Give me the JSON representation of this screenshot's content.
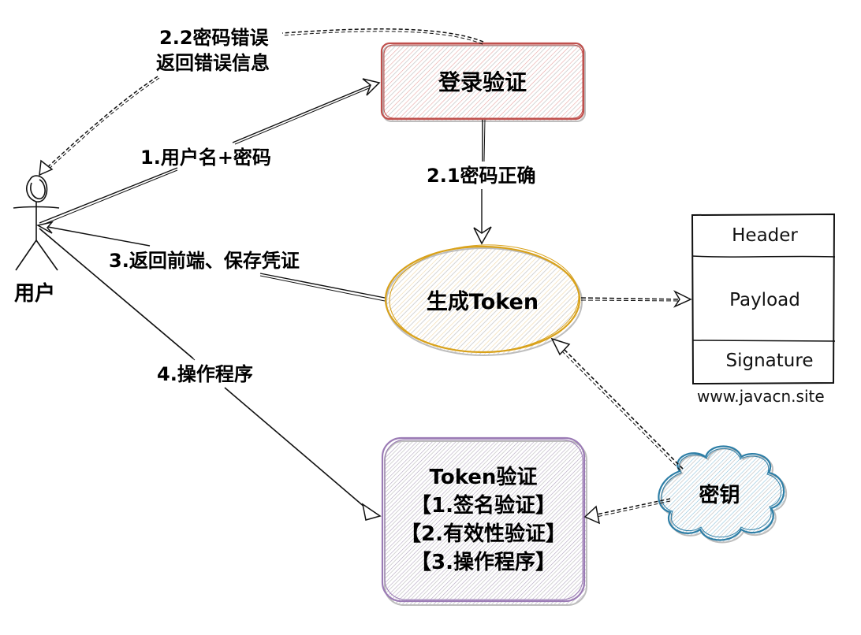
{
  "actor": {
    "label": "用户"
  },
  "nodes": {
    "login": {
      "label": "登录验证",
      "stroke": "#c0504d",
      "hatch": "#e8a6a4"
    },
    "token_gen": {
      "label": "生成Token",
      "stroke": "#d9a21b",
      "hatch": "#f1d8a8"
    },
    "token_verify": {
      "lines": [
        "Token验证",
        "【1.签名验证】",
        "【2.有效性验证】",
        "【3.操作程序】"
      ],
      "stroke": "#9b7bb5",
      "hatch": "#b0a4be"
    },
    "secret": {
      "label": "密钥",
      "stroke": "#2d7ea6",
      "hatch": "#8ec3dc"
    }
  },
  "jwt_structure": {
    "sections": [
      "Header",
      "Payload",
      "Signature"
    ]
  },
  "edges": {
    "e1": {
      "label": "1.用户名+密码"
    },
    "e2_1": {
      "label": "2.1密码正确"
    },
    "e2_2": {
      "label_line1": "2.2密码错误",
      "label_line2": "返回错误信息"
    },
    "e3": {
      "label": "3.返回前端、保存凭证"
    },
    "e4": {
      "label": "4.操作程序"
    }
  },
  "watermark": "www.javacn.site"
}
